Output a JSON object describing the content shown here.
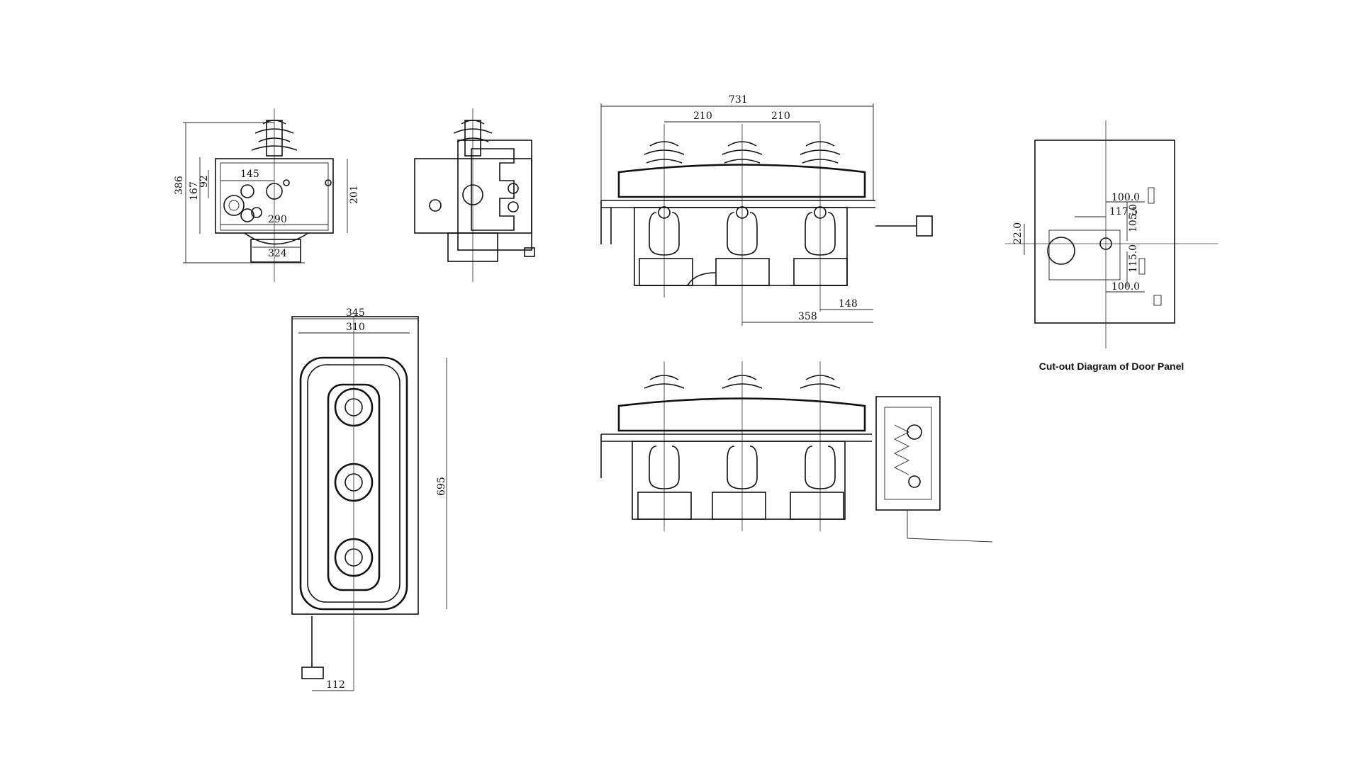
{
  "caption": "Cut-out Diagram of Door Panel",
  "views": {
    "front": {
      "d_height_386": "386",
      "d_167": "167",
      "d_92": "92",
      "d_145": "145",
      "d_290": "290",
      "d_324": "324",
      "d_201": "201"
    },
    "top": {
      "d_345": "345",
      "d_310": "310",
      "d_695": "695",
      "d_112": "112"
    },
    "three_phase": {
      "d_731": "731",
      "d_210a": "210",
      "d_210b": "210",
      "d_148": "148",
      "d_358": "358"
    },
    "door_panel": {
      "d_1175": "117.5",
      "d_1000a": "100.0",
      "d_1050": "105.0",
      "d_1150": "115.0",
      "d_1000b": "100.0",
      "d_220": "22.0"
    }
  },
  "colors": {
    "line": "#111111",
    "background": "#ffffff"
  }
}
